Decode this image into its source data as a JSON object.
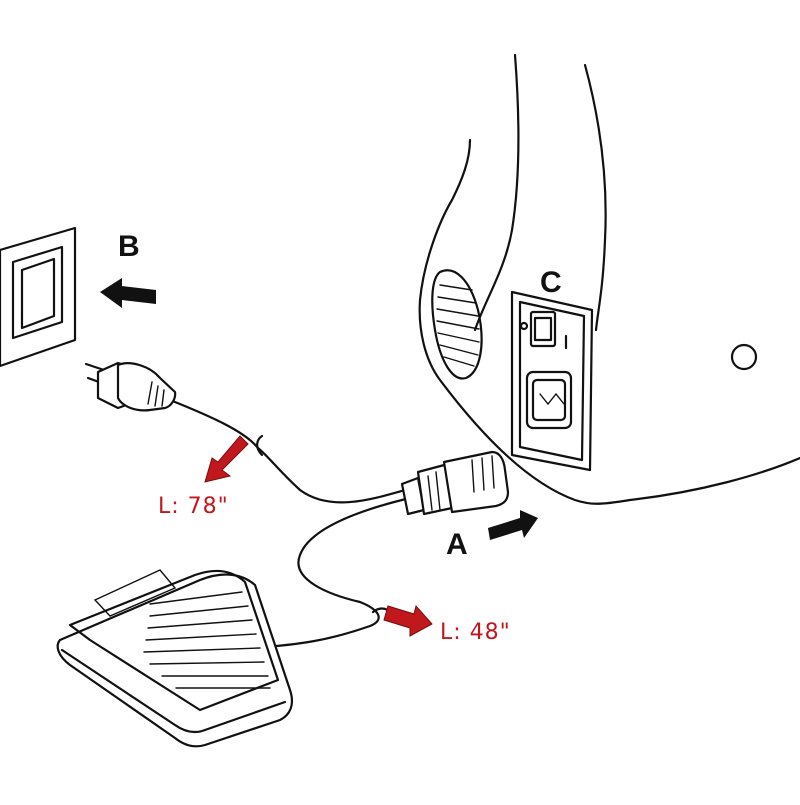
{
  "labels": {
    "a": "A",
    "b": "B",
    "c": "C"
  },
  "lengths": {
    "power_cord": "L: 78\"",
    "pedal_cord": "L: 48\""
  },
  "colors": {
    "line": "#111111",
    "accent": "#c0181c",
    "arrow_black": "#111111",
    "background": "#ffffff"
  },
  "icons": {
    "socket_arrow": "arrow-right-icon",
    "outlet_arrow": "arrow-left-icon",
    "length_arrow": "red-arrow-icon"
  }
}
